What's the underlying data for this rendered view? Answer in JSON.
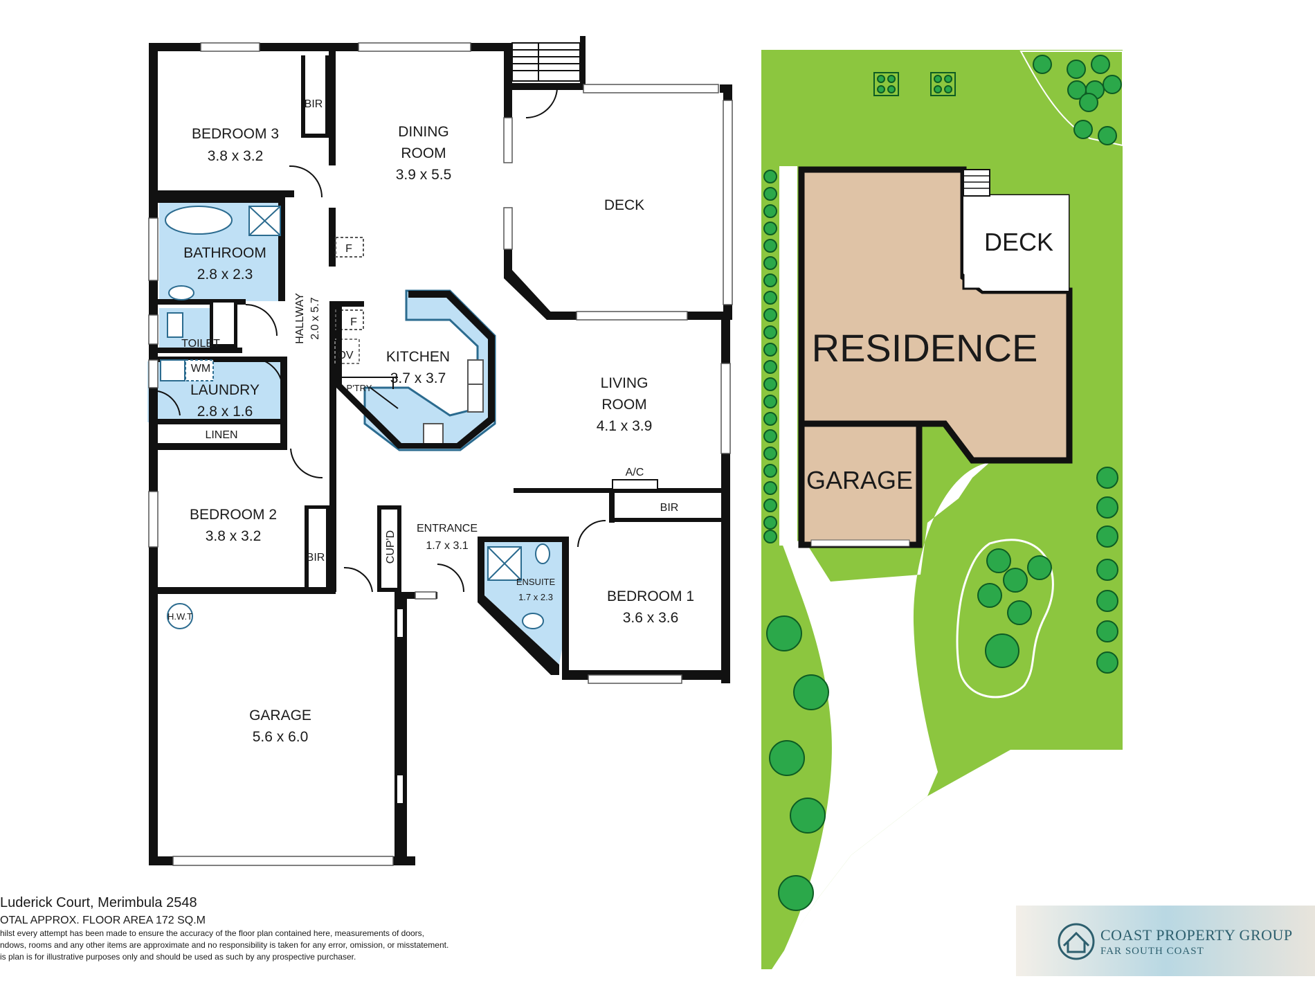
{
  "floorplan": {
    "rooms": {
      "bedroom3": {
        "name": "BEDROOM 3",
        "size": "3.8 x 3.2"
      },
      "dining": {
        "name1": "DINING",
        "name2": "ROOM",
        "size": "3.9 x 5.5"
      },
      "deck": {
        "name": "DECK"
      },
      "bathroom": {
        "name": "BATHROOM",
        "size": "2.8 x 2.3"
      },
      "hallway": {
        "name": "HALLWAY",
        "size": "2.0 x 5.7"
      },
      "kitchen": {
        "name": "KITCHEN",
        "size": "3.7 x 3.7"
      },
      "living": {
        "name1": "LIVING",
        "name2": "ROOM",
        "size": "4.1 x 3.9"
      },
      "toilet": {
        "name": "TOILET"
      },
      "laundry": {
        "name": "LAUNDRY",
        "size": "2.8 x 1.6"
      },
      "linen": {
        "name": "LINEN"
      },
      "bedroom2": {
        "name": "BEDROOM 2",
        "size": "3.8 x 3.2"
      },
      "entrance": {
        "name": "ENTRANCE",
        "size": "1.7 x 3.1"
      },
      "ensuite": {
        "name": "ENSUITE",
        "size": "1.7 x 2.3"
      },
      "bedroom1": {
        "name": "BEDROOM 1",
        "size": "3.6 x 3.6"
      },
      "garage": {
        "name": "GARAGE",
        "size": "5.6 x 6.0"
      }
    },
    "fixtures": {
      "bir": "BIR",
      "fireplace": "F",
      "oven": "OV",
      "pantry": "P'TRY",
      "washing_machine": "WM",
      "ac": "A/C",
      "cupboard": "CUP'D",
      "hot_water": "H.W.T"
    }
  },
  "site_plan": {
    "residence": "RESIDENCE",
    "deck": "DECK",
    "garage": "GARAGE"
  },
  "footer": {
    "address": "Luderick Court, Merimbula 2548",
    "area": "OTAL APPROX. FLOOR AREA 172 SQ.M",
    "disclaimer_1": "hilst every attempt has been made to ensure the accuracy of the floor plan contained here, measurements of doors,",
    "disclaimer_2": "ndows, rooms and any other items are approximate and no responsibility is taken for any error, omission, or misstatement.",
    "disclaimer_3": "is plan is for illustrative purposes only and should be used as such by any prospective purchaser."
  },
  "brand": {
    "name": "COAST PROPERTY GROUP",
    "sub": "FAR SOUTH COAST"
  },
  "colors": {
    "wall": "#111111",
    "wet_area": "#bfe0f5",
    "lawn": "#8cc63f",
    "residence": "#dfc3a6",
    "tree": "#2ba84a",
    "brand": "#2d5f6e"
  }
}
